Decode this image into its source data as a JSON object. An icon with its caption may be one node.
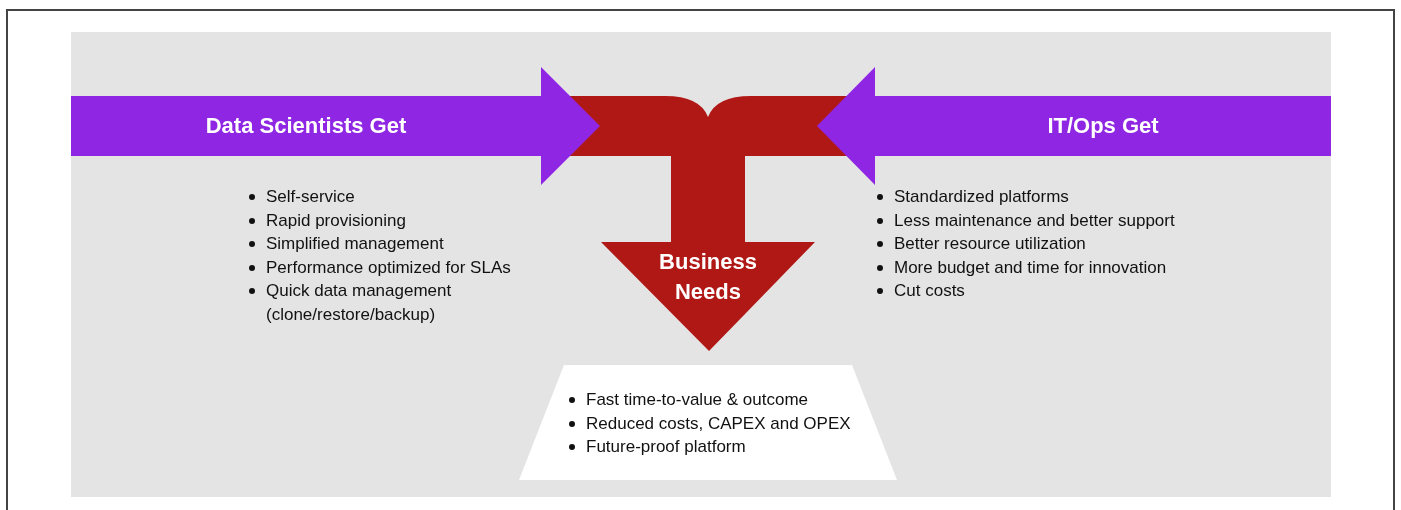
{
  "diagram": {
    "nodes": [
      {
        "text": [
          "Data Scientists Get"
        ],
        "beside": [
          "Self-service",
          "Rapid provisioning",
          "Simplified management",
          "Performance optimized for SLAs",
          "Quick data management (clone/restore/backup)"
        ]
      },
      {
        "text": [
          "Business Needs"
        ]
      },
      {
        "text": [
          "IT/Ops Get"
        ],
        "beside": [
          "Standardized platforms",
          "Less maintenance and better support",
          "Better resource utilization",
          "More budget and time for innovation",
          "Cut costs"
        ]
      },
      {
        "text": [
          "Fast time-to-value & outcome",
          "Reduced costs, CAPEX and OPEX",
          "Future-proof platform"
        ]
      }
    ]
  }
}
